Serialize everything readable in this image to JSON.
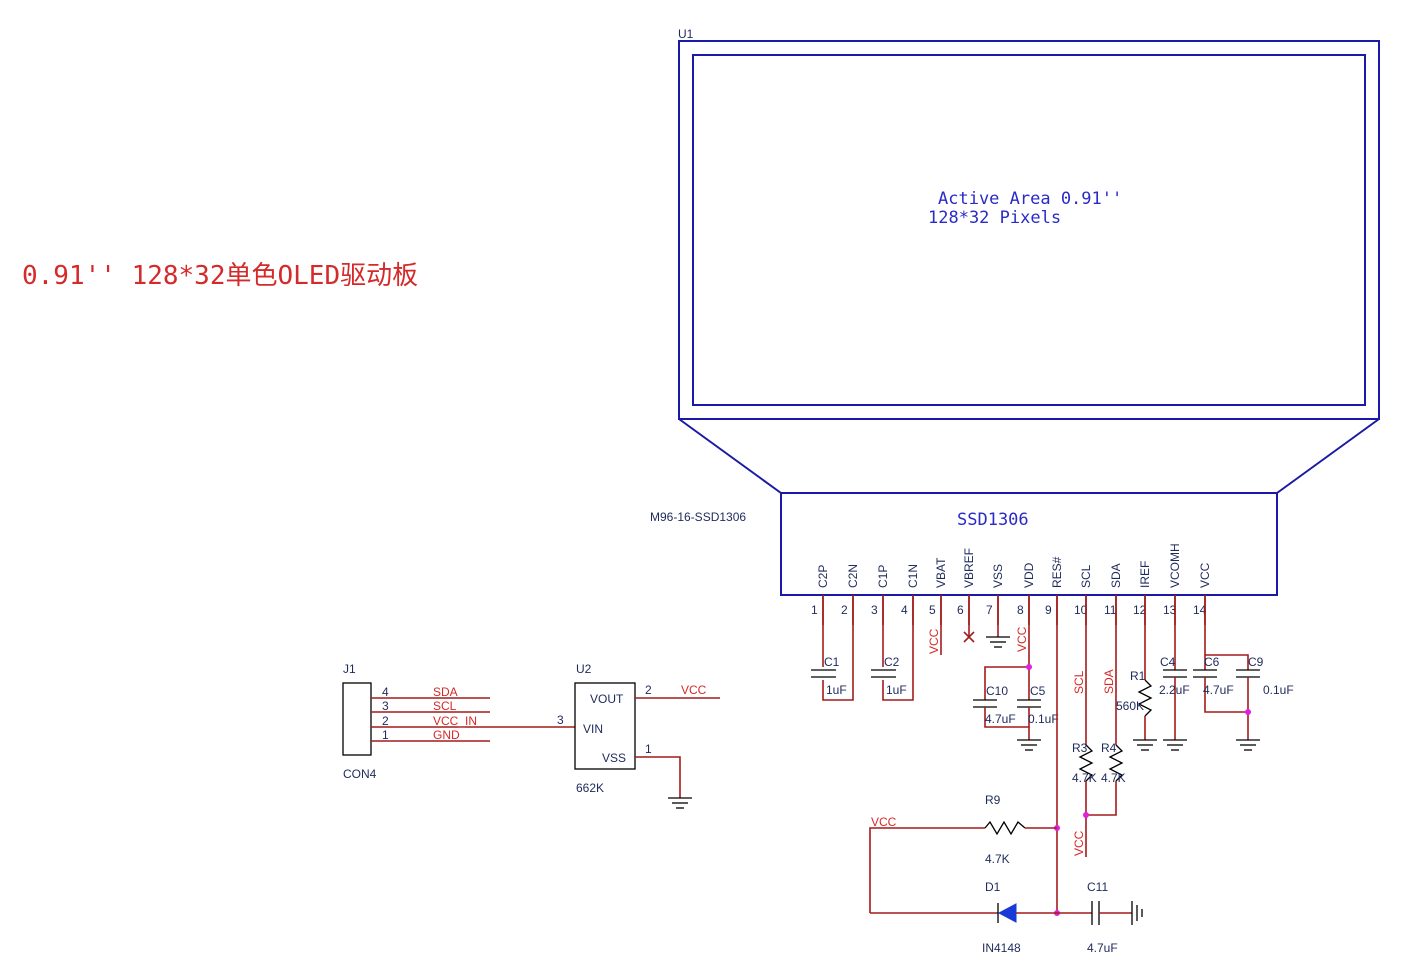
{
  "title": "0.91'' 128*32单色OLED驱动板",
  "u1": {
    "ref": "U1",
    "part": "M96-16-SSD1306",
    "controller": "SSD1306",
    "active_area": "Active Area 0.91''",
    "pixels": "128*32 Pixels",
    "pins": [
      {
        "num": "1",
        "name": "C2P"
      },
      {
        "num": "2",
        "name": "C2N"
      },
      {
        "num": "3",
        "name": "C1P"
      },
      {
        "num": "4",
        "name": "C1N"
      },
      {
        "num": "5",
        "name": "VBAT"
      },
      {
        "num": "6",
        "name": "VBREF"
      },
      {
        "num": "7",
        "name": "VSS"
      },
      {
        "num": "8",
        "name": "VDD"
      },
      {
        "num": "9",
        "name": "RES#"
      },
      {
        "num": "10",
        "name": "SCL"
      },
      {
        "num": "11",
        "name": "SDA"
      },
      {
        "num": "12",
        "name": "IREF"
      },
      {
        "num": "13",
        "name": "VCOMH"
      },
      {
        "num": "14",
        "name": "VCC"
      }
    ],
    "net_vcc_pin5": "VCC",
    "net_vcc_pin8": "VCC",
    "net_scl": "SCL",
    "net_sda": "SDA"
  },
  "j1": {
    "ref": "J1",
    "value": "CON4",
    "pins": [
      {
        "num": "4",
        "net": "SDA"
      },
      {
        "num": "3",
        "net": "SCL"
      },
      {
        "num": "2",
        "net": "VCC_IN"
      },
      {
        "num": "1",
        "net": "GND"
      }
    ]
  },
  "u2": {
    "ref": "U2",
    "value": "662K",
    "vout": "VOUT",
    "vin": "VIN",
    "vss": "VSS",
    "pin_vout": "2",
    "pin_vin": "3",
    "pin_vss": "1",
    "net_out": "VCC"
  },
  "components": {
    "c1": {
      "ref": "C1",
      "value": "1uF"
    },
    "c2": {
      "ref": "C2",
      "value": "1uF"
    },
    "c10": {
      "ref": "C10",
      "value": "4.7uF"
    },
    "c5": {
      "ref": "C5",
      "value": "0.1uF"
    },
    "r1": {
      "ref": "R1",
      "value": "560K"
    },
    "c4": {
      "ref": "C4",
      "value": "2.2uF"
    },
    "c6": {
      "ref": "C6",
      "value": "4.7uF"
    },
    "c9": {
      "ref": "C9",
      "value": "0.1uF"
    },
    "r3": {
      "ref": "R3",
      "value": "4.7K"
    },
    "r4": {
      "ref": "R4",
      "value": "4.7K"
    },
    "r9": {
      "ref": "R9",
      "value": "4.7K"
    },
    "d1": {
      "ref": "D1",
      "value": "IN4148"
    },
    "c11": {
      "ref": "C11",
      "value": "4.7uF"
    }
  },
  "nets": {
    "vcc_pullup": "VCC",
    "vcc_r9": "VCC"
  }
}
